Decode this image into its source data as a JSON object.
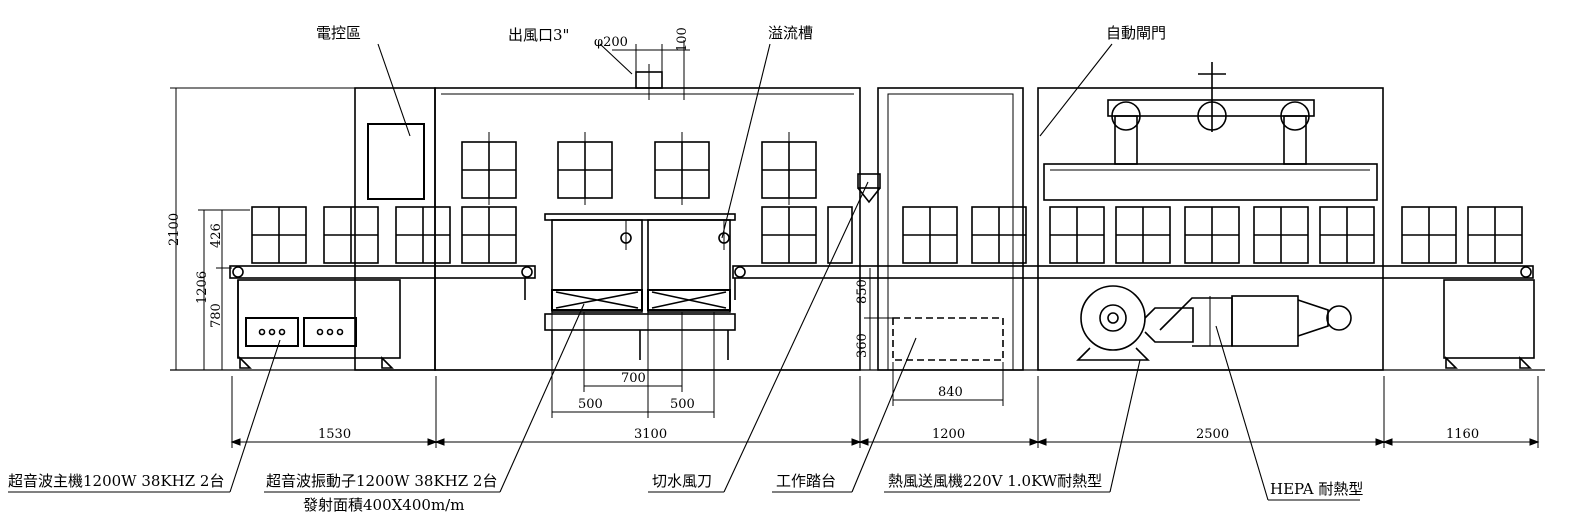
{
  "labels": {
    "control_area": "電控區",
    "air_outlet": "出風口3\"",
    "overflow_tank": "溢流槽",
    "auto_door": "自動閘門",
    "ultrasonic_generator": "超音波主機1200W 38KHZ 2台",
    "ultrasonic_transducer": "超音波振動子1200W 38KHZ 2台",
    "emission_area": "發射面積400X400m/m",
    "water_cut_air_knife": "切水風刀",
    "work_platform": "工作踏台",
    "hot_air_blower": "熱風送風機220V 1.0KW耐熱型",
    "hepa": "HEPA 耐熱型"
  },
  "dimensions": {
    "outlet_diameter": "φ200",
    "outlet_height": "100",
    "total_height": "2100",
    "conveyor_height": "1206",
    "basket_height": "426",
    "base_height": "780",
    "tank_spacing": "700",
    "tank_width_left": "500",
    "tank_width_right": "500",
    "platform_height": "850",
    "platform_step": "360",
    "platform_width": "840",
    "section_1": "1530",
    "section_2": "3100",
    "section_3": "1200",
    "section_4": "2500",
    "section_5": "1160"
  }
}
